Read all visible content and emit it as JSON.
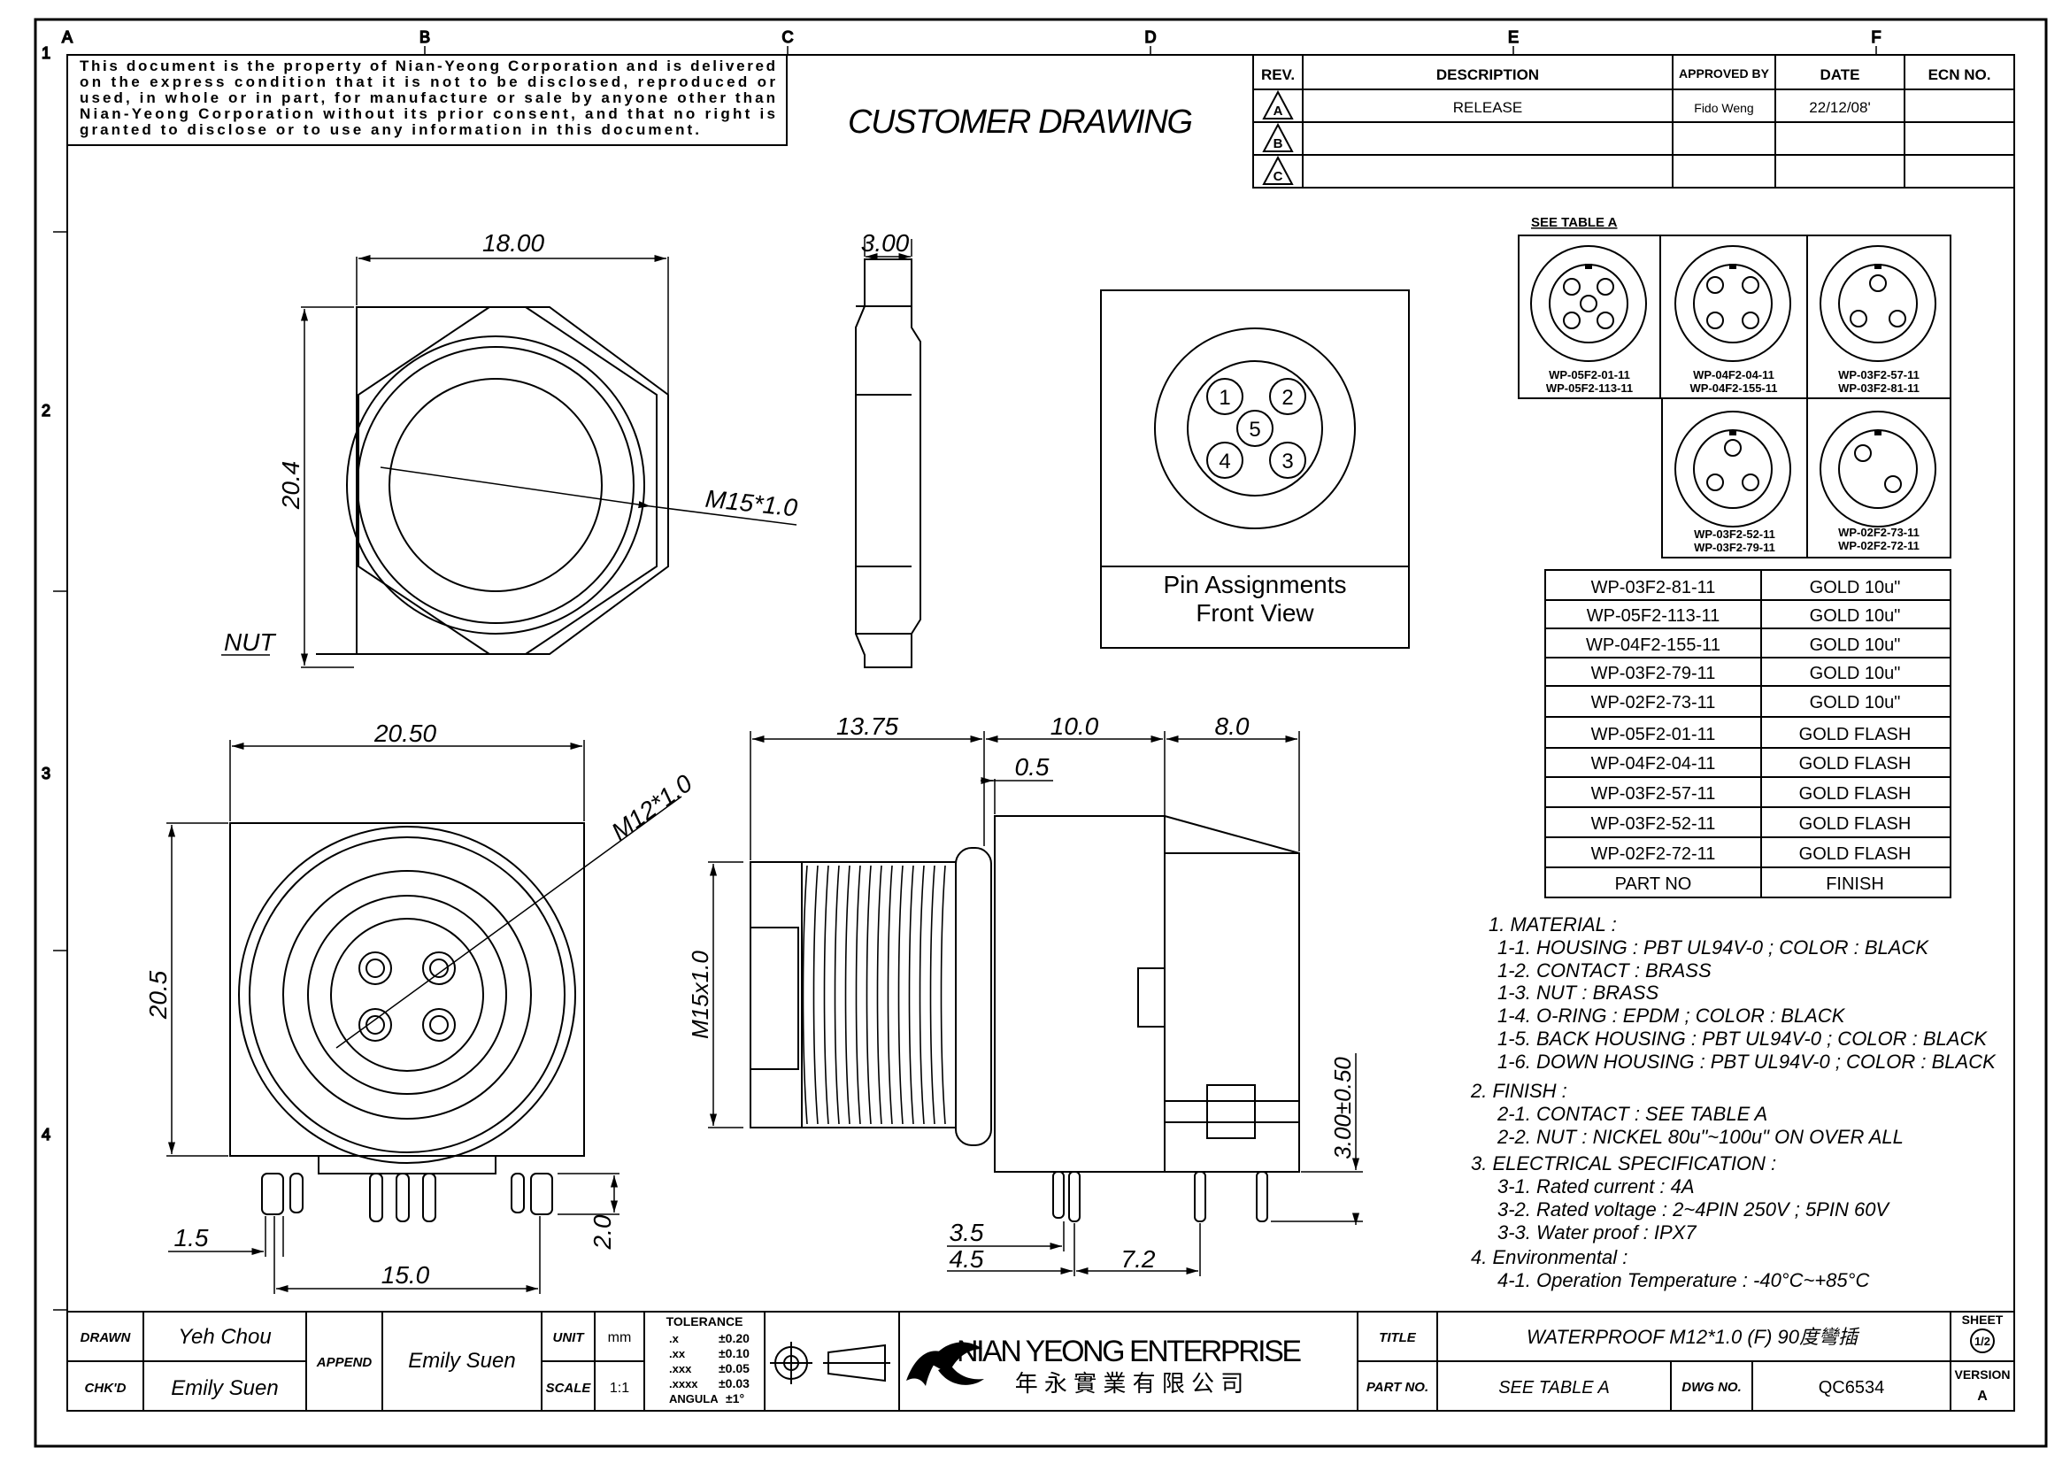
{
  "notice": [
    "This document is the property of Nian-Yeong Corporation and is delivered",
    "on  the  express condition that it is not to be disclosed, reproduced or",
    "used, in whole or in part, for manufacture or sale by anyone other than",
    "Nian-Yeong Corporation without  its prior consent, and that  no right  is",
    "granted to disclose or to use any information in this  document."
  ],
  "heading": "CUSTOMER  DRAWING",
  "grid": {
    "columns": [
      "A",
      "B",
      "C",
      "D",
      "E",
      "F"
    ],
    "rows": [
      "1",
      "2",
      "3",
      "4"
    ]
  },
  "revision_table": {
    "headers": [
      "REV.",
      "DESCRIPTION",
      "APPROVED BY",
      "DATE",
      "ECN NO."
    ],
    "rows": [
      {
        "rev": "A",
        "description": "RELEASE",
        "approved_by": "Fido Weng",
        "date": "22/12/08'",
        "ecn": ""
      },
      {
        "rev": "B",
        "description": "",
        "approved_by": "",
        "date": "",
        "ecn": ""
      },
      {
        "rev": "C",
        "description": "",
        "approved_by": "",
        "date": "",
        "ecn": ""
      }
    ]
  },
  "nut_view": {
    "label": "NUT",
    "width_dim": "18.00",
    "height_dim": "20.4",
    "thread": "M15*1.0",
    "thickness_dim": "3.00"
  },
  "pin_assignment": {
    "title_line1": "Pin Assignments",
    "title_line2": "Front View",
    "pins": [
      "1",
      "2",
      "3",
      "4",
      "5"
    ]
  },
  "table_a": {
    "title": "SEE TABLE A",
    "variants": [
      {
        "line1": "WP-05F2-01-11",
        "line2": "WP-05F2-113-11"
      },
      {
        "line1": "WP-04F2-04-11",
        "line2": "WP-04F2-155-11"
      },
      {
        "line1": "WP-03F2-57-11",
        "line2": "WP-03F2-81-11"
      },
      {
        "line1": "WP-03F2-52-11",
        "line2": "WP-03F2-79-11"
      },
      {
        "line1": "WP-02F2-73-11",
        "line2": "WP-02F2-72-11"
      }
    ]
  },
  "finish_table": {
    "rows": [
      {
        "part": "WP-03F2-81-11",
        "finish": "GOLD  10u\""
      },
      {
        "part": "WP-05F2-113-11",
        "finish": "GOLD  10u\""
      },
      {
        "part": "WP-04F2-155-11",
        "finish": "GOLD  10u\""
      },
      {
        "part": "WP-03F2-79-11",
        "finish": "GOLD  10u\""
      },
      {
        "part": "WP-02F2-73-11",
        "finish": "GOLD  10u\""
      },
      {
        "part": "WP-05F2-01-11",
        "finish": "GOLD  FLASH"
      },
      {
        "part": "WP-04F2-04-11",
        "finish": "GOLD  FLASH"
      },
      {
        "part": "WP-03F2-57-11",
        "finish": "GOLD  FLASH"
      },
      {
        "part": "WP-03F2-52-11",
        "finish": "GOLD  FLASH"
      },
      {
        "part": "WP-02F2-72-11",
        "finish": "GOLD  FLASH"
      }
    ],
    "footer": {
      "part": "PART  NO",
      "finish": "FINISH"
    }
  },
  "front_view": {
    "width_dim": "20.50",
    "height_dim": "20.5",
    "thread": "M12*1.0",
    "pin_offset_dim": "1.5",
    "pin_span_dim": "15.0",
    "pin_height_dim": "2.0"
  },
  "side_view": {
    "dim_a": "13.75",
    "dim_b": "10.0",
    "dim_c": "8.0",
    "dim_d": "0.5",
    "thread": "M15x1.0",
    "dim_e": "3.00±0.50",
    "dim_f": "3.5",
    "dim_g": "4.5",
    "dim_h": "7.2"
  },
  "notes": [
    "1. MATERIAL :",
    "1-1. HOUSING : PBT UL94V-0 ; COLOR : BLACK",
    "1-2. CONTACT : BRASS",
    "1-3. NUT : BRASS",
    "1-4. O-RING : EPDM ; COLOR : BLACK",
    "1-5. BACK HOUSING : PBT UL94V-0 ; COLOR : BLACK",
    "1-6. DOWN HOUSING : PBT UL94V-0 ; COLOR : BLACK",
    "2. FINISH :",
    "2-1. CONTACT : SEE TABLE A",
    "2-2. NUT : NICKEL 80u\"~100u\" ON OVER ALL",
    "3. ELECTRICAL SPECIFICATION :",
    "3-1. Rated current : 4A",
    "3-2. Rated voltage : 2~4PIN 250V ; 5PIN 60V",
    "3-3. Water proof : IPX7",
    "4. Environmental :",
    "4-1. Operation Temperature : -40°C~+85°C"
  ],
  "title_block": {
    "drawn_label": "DRAWN",
    "drawn_by": "Yeh Chou",
    "append_label": "APPEND",
    "append_by": "Emily Suen",
    "chkd_label": "CHK'D",
    "chkd_by": "Emily Suen",
    "unit_label": "UNIT",
    "unit": "mm",
    "scale_label": "SCALE",
    "scale": "1:1",
    "tolerance_label": "TOLERANCE",
    "tolerances": [
      {
        "k": ".x",
        "v": "±0.20"
      },
      {
        "k": ".xx",
        "v": "±0.10"
      },
      {
        "k": ".xxx",
        "v": "±0.05"
      },
      {
        "k": ".xxxx",
        "v": "±0.03"
      },
      {
        "k": "ANGULA",
        "v": "±1°"
      }
    ],
    "company_en": "NIAN YEONG ENTERPRISE",
    "company_cn": "年 永 實 業 有 限 公 司",
    "title_label": "TITLE",
    "title": "WATERPROOF  M12*1.0  (F)  90度彎插",
    "part_label": "PART NO.",
    "part": "SEE  TABLE  A",
    "dwg_label": "DWG NO.",
    "dwg": "QC6534",
    "sheet_label": "SHEET",
    "sheet_value": "1/2",
    "version_label": "VERSION",
    "version": "A"
  }
}
